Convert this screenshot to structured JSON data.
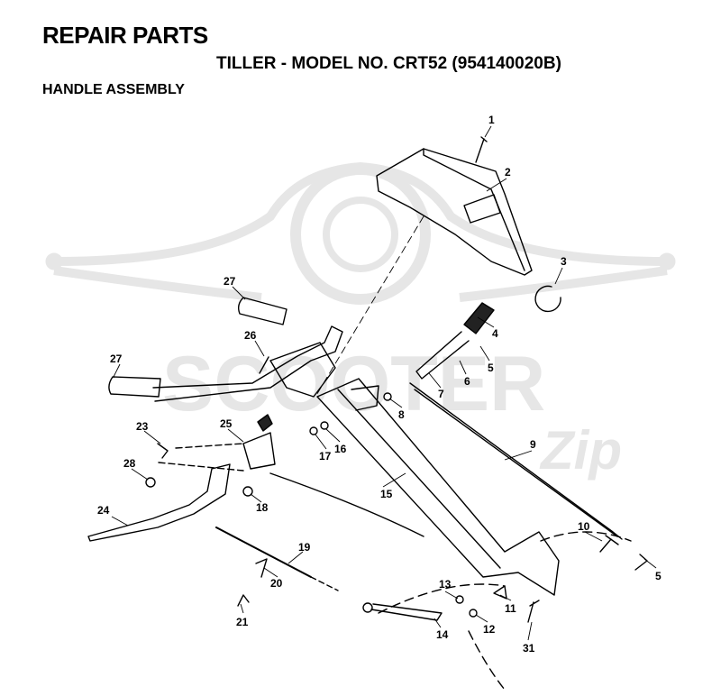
{
  "header": {
    "title": "REPAIR PARTS",
    "subtitle": "TILLER - MODEL NO. CRT52 (954140020B)",
    "section": "HANDLE ASSEMBLY"
  },
  "watermark": {
    "text": "SCOOTER",
    "script": "Zip"
  },
  "callouts": [
    {
      "id": "c1",
      "label": "1"
    },
    {
      "id": "c2",
      "label": "2"
    },
    {
      "id": "c3",
      "label": "3"
    },
    {
      "id": "c4",
      "label": "4"
    },
    {
      "id": "c5a",
      "label": "5"
    },
    {
      "id": "c6",
      "label": "6"
    },
    {
      "id": "c7",
      "label": "7"
    },
    {
      "id": "c8",
      "label": "8"
    },
    {
      "id": "c9",
      "label": "9"
    },
    {
      "id": "c10",
      "label": "10"
    },
    {
      "id": "c5b",
      "label": "5"
    },
    {
      "id": "c11",
      "label": "11"
    },
    {
      "id": "c12",
      "label": "12"
    },
    {
      "id": "c13",
      "label": "13"
    },
    {
      "id": "c14",
      "label": "14"
    },
    {
      "id": "c31",
      "label": "31"
    },
    {
      "id": "c15",
      "label": "15"
    },
    {
      "id": "c16",
      "label": "16"
    },
    {
      "id": "c17",
      "label": "17"
    },
    {
      "id": "c18",
      "label": "18"
    },
    {
      "id": "c19",
      "label": "19"
    },
    {
      "id": "c20",
      "label": "20"
    },
    {
      "id": "c21",
      "label": "21"
    },
    {
      "id": "c24",
      "label": "24"
    },
    {
      "id": "c25",
      "label": "25"
    },
    {
      "id": "c23",
      "label": "23"
    },
    {
      "id": "c28",
      "label": "28"
    },
    {
      "id": "c26",
      "label": "26"
    },
    {
      "id": "c27a",
      "label": "27"
    },
    {
      "id": "c27b",
      "label": "27"
    }
  ]
}
